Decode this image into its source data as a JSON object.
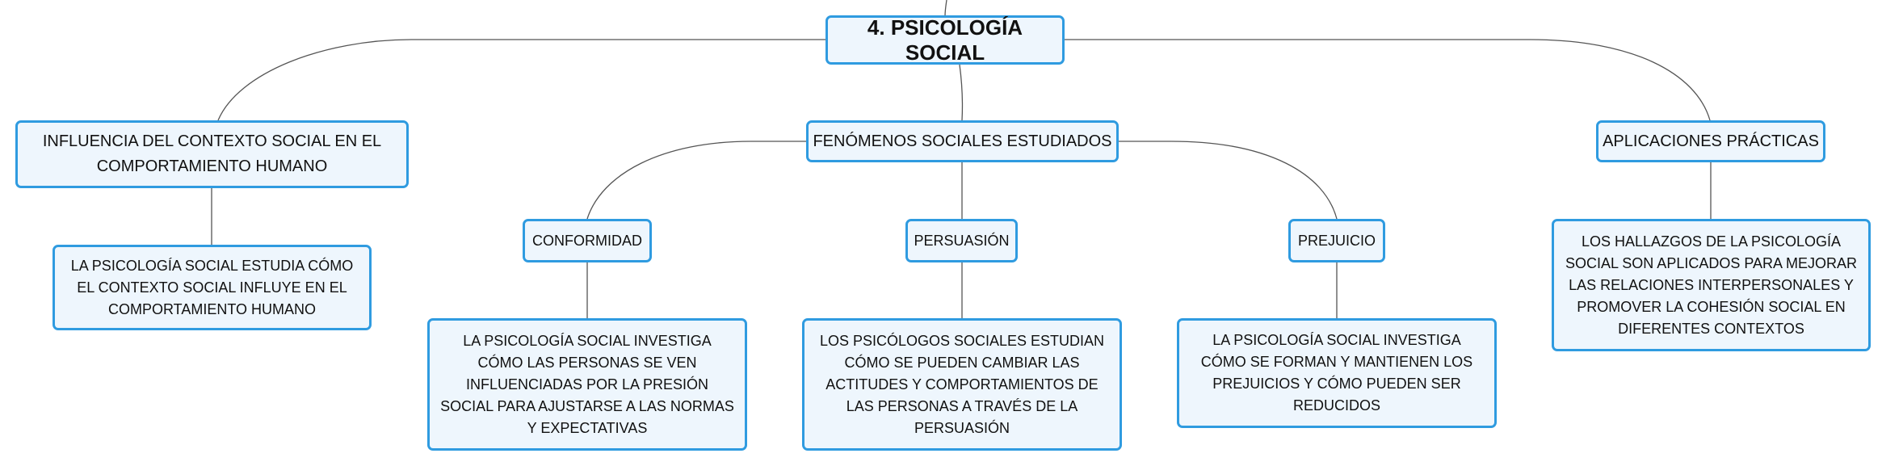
{
  "mindmap": {
    "root": "4. PSICOLOGÍA SOCIAL",
    "branches": [
      {
        "label": "INFLUENCIA DEL CONTEXTO SOCIAL EN EL COMPORTAMIENTO HUMANO",
        "detail": "LA PSICOLOGÍA SOCIAL ESTUDIA CÓMO EL CONTEXTO SOCIAL INFLUYE EN EL COMPORTAMIENTO HUMANO"
      },
      {
        "label": "FENÓMENOS SOCIALES ESTUDIADOS",
        "children": [
          {
            "label": "CONFORMIDAD",
            "detail": "LA PSICOLOGÍA SOCIAL INVESTIGA CÓMO LAS PERSONAS SE VEN INFLUENCIADAS POR LA PRESIÓN SOCIAL PARA AJUSTARSE A LAS NORMAS Y EXPECTATIVAS"
          },
          {
            "label": "PERSUASIÓN",
            "detail": "LOS PSICÓLOGOS SOCIALES ESTUDIAN CÓMO SE PUEDEN CAMBIAR LAS ACTITUDES Y COMPORTAMIENTOS DE LAS PERSONAS A TRAVÉS DE LA PERSUASIÓN"
          },
          {
            "label": "PREJUICIO",
            "detail": "LA PSICOLOGÍA SOCIAL INVESTIGA CÓMO SE FORMAN Y MANTIENEN LOS PREJUICIOS Y CÓMO PUEDEN SER REDUCIDOS"
          }
        ]
      },
      {
        "label": "APLICACIONES PRÁCTICAS",
        "detail": "LOS HALLAZGOS DE LA PSICOLOGÍA SOCIAL SON APLICADOS PARA MEJORAR LAS RELACIONES INTERPERSONALES Y PROMOVER LA COHESIÓN SOCIAL EN DIFERENTES CONTEXTOS"
      }
    ]
  },
  "colors": {
    "node_border": "#2f9be0",
    "node_fill": "#eef6fd",
    "connector": "#555555",
    "text": "#111111"
  }
}
